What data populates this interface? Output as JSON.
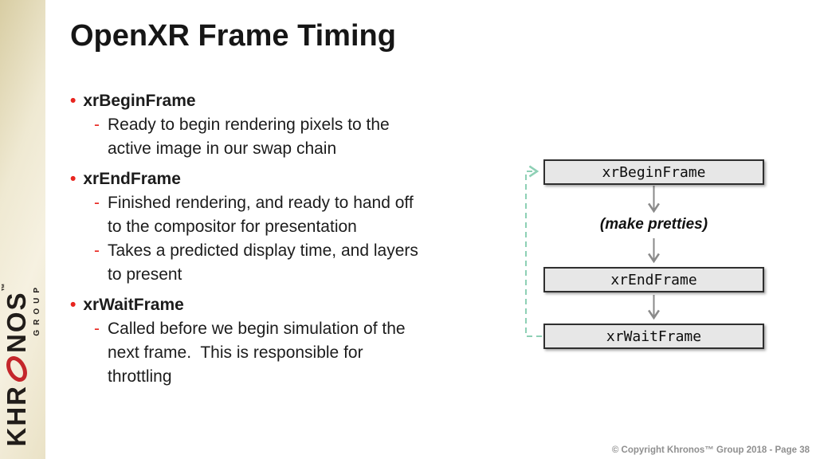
{
  "slide": {
    "title": "OpenXR Frame Timing",
    "footer": "© Copyright Khronos™ Group 2018 - Page 38"
  },
  "logo": {
    "khr": "KHR",
    "nos": "NOS",
    "trademark": "™",
    "group": "GROUP"
  },
  "markers": {
    "bullet": "•",
    "dash": "-"
  },
  "bullets": [
    {
      "label": "xrBeginFrame",
      "subs": [
        {
          "lines": [
            "Ready to begin rendering pixels to the",
            "active image in our swap chain"
          ]
        }
      ]
    },
    {
      "label": "xrEndFrame",
      "subs": [
        {
          "lines": [
            "Finished rendering, and ready to hand off",
            "to the compositor for presentation"
          ]
        },
        {
          "lines": [
            "Takes a predicted display time, and layers",
            "to present"
          ]
        }
      ]
    },
    {
      "label": "xrWaitFrame",
      "subs": [
        {
          "lines": [
            "Called before we begin simulation of the",
            "next frame.  This is responsible for",
            "throttling"
          ]
        }
      ]
    }
  ],
  "diagram": {
    "boxes": [
      "xrBeginFrame",
      "xrEndFrame",
      "xrWaitFrame"
    ],
    "annotation": "(make pretties)"
  },
  "colors": {
    "accent_red": "#e8251f",
    "logo_red": "#c4262b",
    "arrow_gray": "#8a8a8a",
    "loop_teal": "#8ed0b5",
    "box_fill": "#e7e7e7",
    "box_border": "#2f2f2f",
    "footer_gray": "#8f8f8f",
    "sidebar_tan": "#ded3ab",
    "text_dark": "#1c1c1c"
  }
}
